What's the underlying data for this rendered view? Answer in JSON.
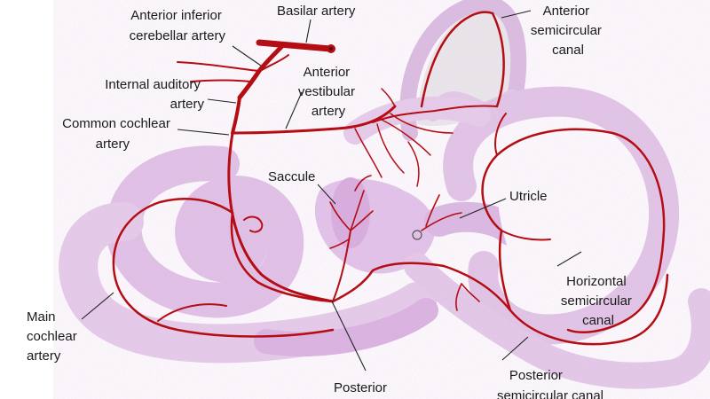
{
  "labels": {
    "anterior_inferior_cerebellar_artery": [
      "Anterior inferior",
      "cerebellar artery"
    ],
    "basilar_artery": [
      "Basilar artery"
    ],
    "anterior_semicircular_canal": [
      "Anterior",
      "semicircular",
      "canal"
    ],
    "internal_auditory_artery": [
      "Internal auditory",
      "artery"
    ],
    "anterior_vestibular_artery": [
      "Anterior",
      "vestibular",
      "artery"
    ],
    "common_cochlear_artery": [
      "Common cochlear",
      "artery"
    ],
    "saccule": [
      "Saccule"
    ],
    "utricle": [
      "Utricle"
    ],
    "horizontal_semicircular_canal": [
      "Horizontal",
      "semicircular",
      "canal"
    ],
    "main_cochlear_artery": [
      "Main",
      "cochlear",
      "artery"
    ],
    "posterior": [
      "Posterior"
    ],
    "posterior_semicircular_canal": [
      "Posterior",
      "semicircular canal"
    ]
  },
  "colors": {
    "artery": "#b40d14",
    "tissue": "#e6c8ea",
    "tissue_dark": "#d4a8dc",
    "canal_fill": "#ebebeb"
  }
}
